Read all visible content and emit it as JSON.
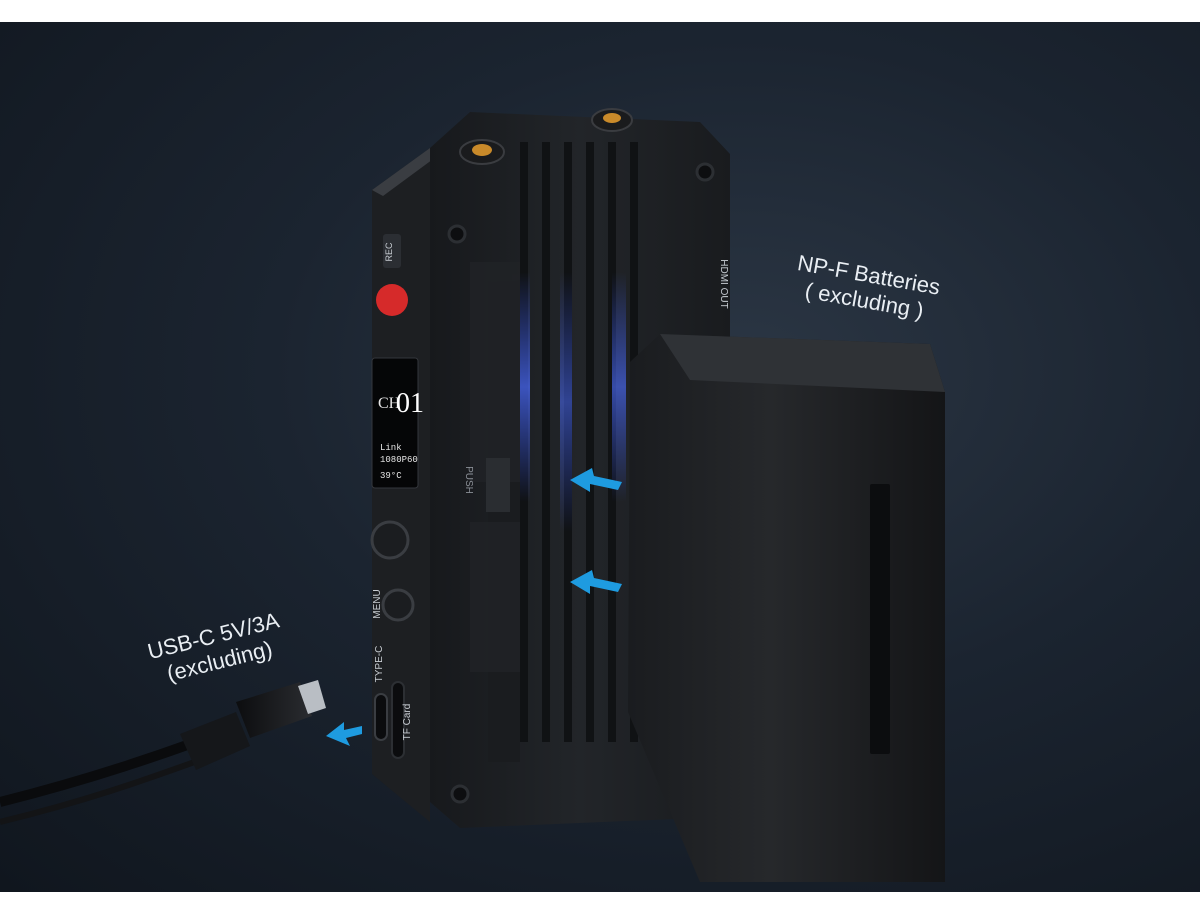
{
  "callouts": {
    "battery_title": "NP-F Batteries",
    "battery_note": "( excluding )",
    "usb_title": "USB-C 5V/3A",
    "usb_note": "(excluding)"
  },
  "device_markings": {
    "rec": "REC",
    "hdmi_out": "HDMI OUT",
    "push": "PUSH",
    "menu": "MENU",
    "type_c": "TYPE-C",
    "tf_card": "TF Card"
  },
  "oled_screen": {
    "channel_label": "CH",
    "channel_number": "01",
    "status": "Link",
    "resolution": "1080P60",
    "temperature": "39°C"
  },
  "colors": {
    "background": "#1b2430",
    "arrow": "#1e9be0",
    "glow": "#3a5cff",
    "rec_button": "#d62a2a"
  }
}
